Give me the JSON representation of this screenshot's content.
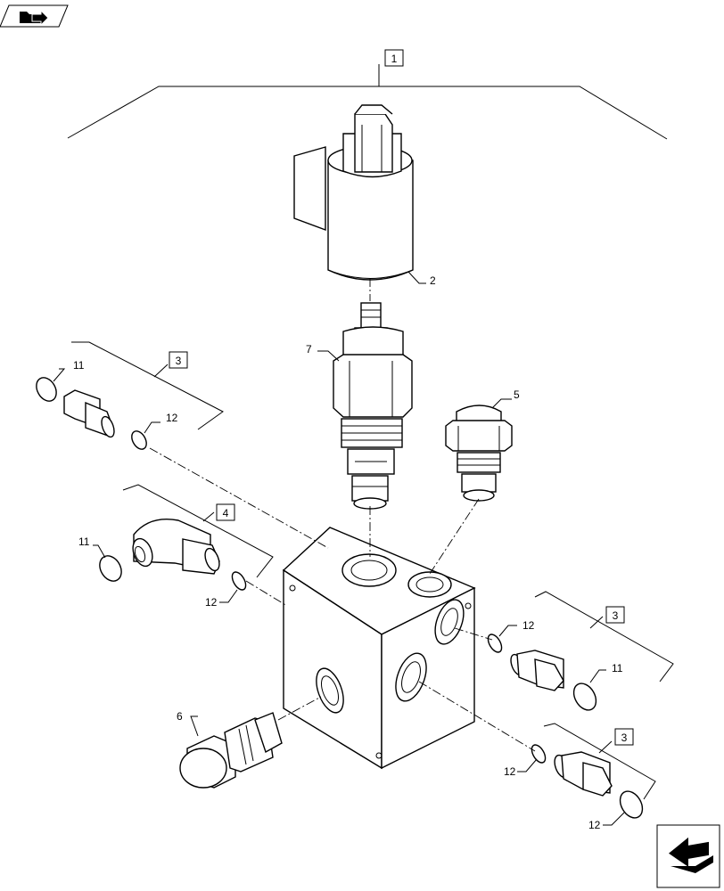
{
  "callouts": {
    "c1": "1",
    "c2": "2",
    "c3a": "3",
    "c3b": "3",
    "c3c": "3",
    "c4": "4",
    "c5": "5",
    "c6": "6",
    "c7": "7",
    "c11a": "11",
    "c11b": "11",
    "c11c": "11",
    "c12a": "12",
    "c12b": "12",
    "c12c": "12",
    "c12d": "12",
    "c12e": "12"
  },
  "icons": {
    "top_left": "folder-arrow-icon",
    "bottom_right": "next-page-arrow-icon"
  }
}
